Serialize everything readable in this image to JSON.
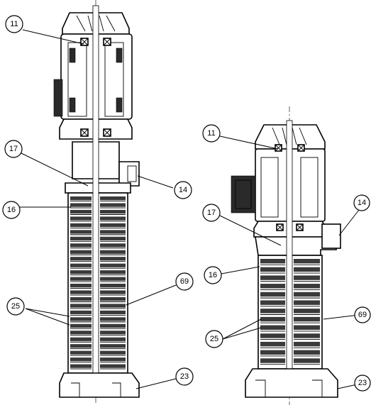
{
  "colors": {
    "line": "#000000",
    "background": "#ffffff",
    "fill_dark": "#2a2a2a"
  },
  "pumps": [
    {
      "id": "large",
      "callouts": [
        {
          "label": "11"
        },
        {
          "label": "17"
        },
        {
          "label": "14"
        },
        {
          "label": "16"
        },
        {
          "label": "69"
        },
        {
          "label": "25"
        },
        {
          "label": "23"
        }
      ]
    },
    {
      "id": "small",
      "callouts": [
        {
          "label": "11"
        },
        {
          "label": "17"
        },
        {
          "label": "14"
        },
        {
          "label": "16"
        },
        {
          "label": "69"
        },
        {
          "label": "25"
        },
        {
          "label": "23"
        }
      ]
    }
  ]
}
